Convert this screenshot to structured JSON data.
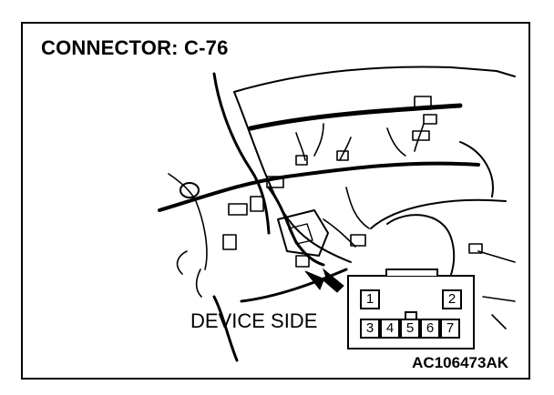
{
  "title": "CONNECTOR: C-76",
  "side_label": "DEVICE SIDE",
  "figure_code": "AC106473AK",
  "connector": {
    "top_pins": [
      "1",
      "2"
    ],
    "bottom_pins": [
      "3",
      "4",
      "5",
      "6",
      "7"
    ]
  }
}
